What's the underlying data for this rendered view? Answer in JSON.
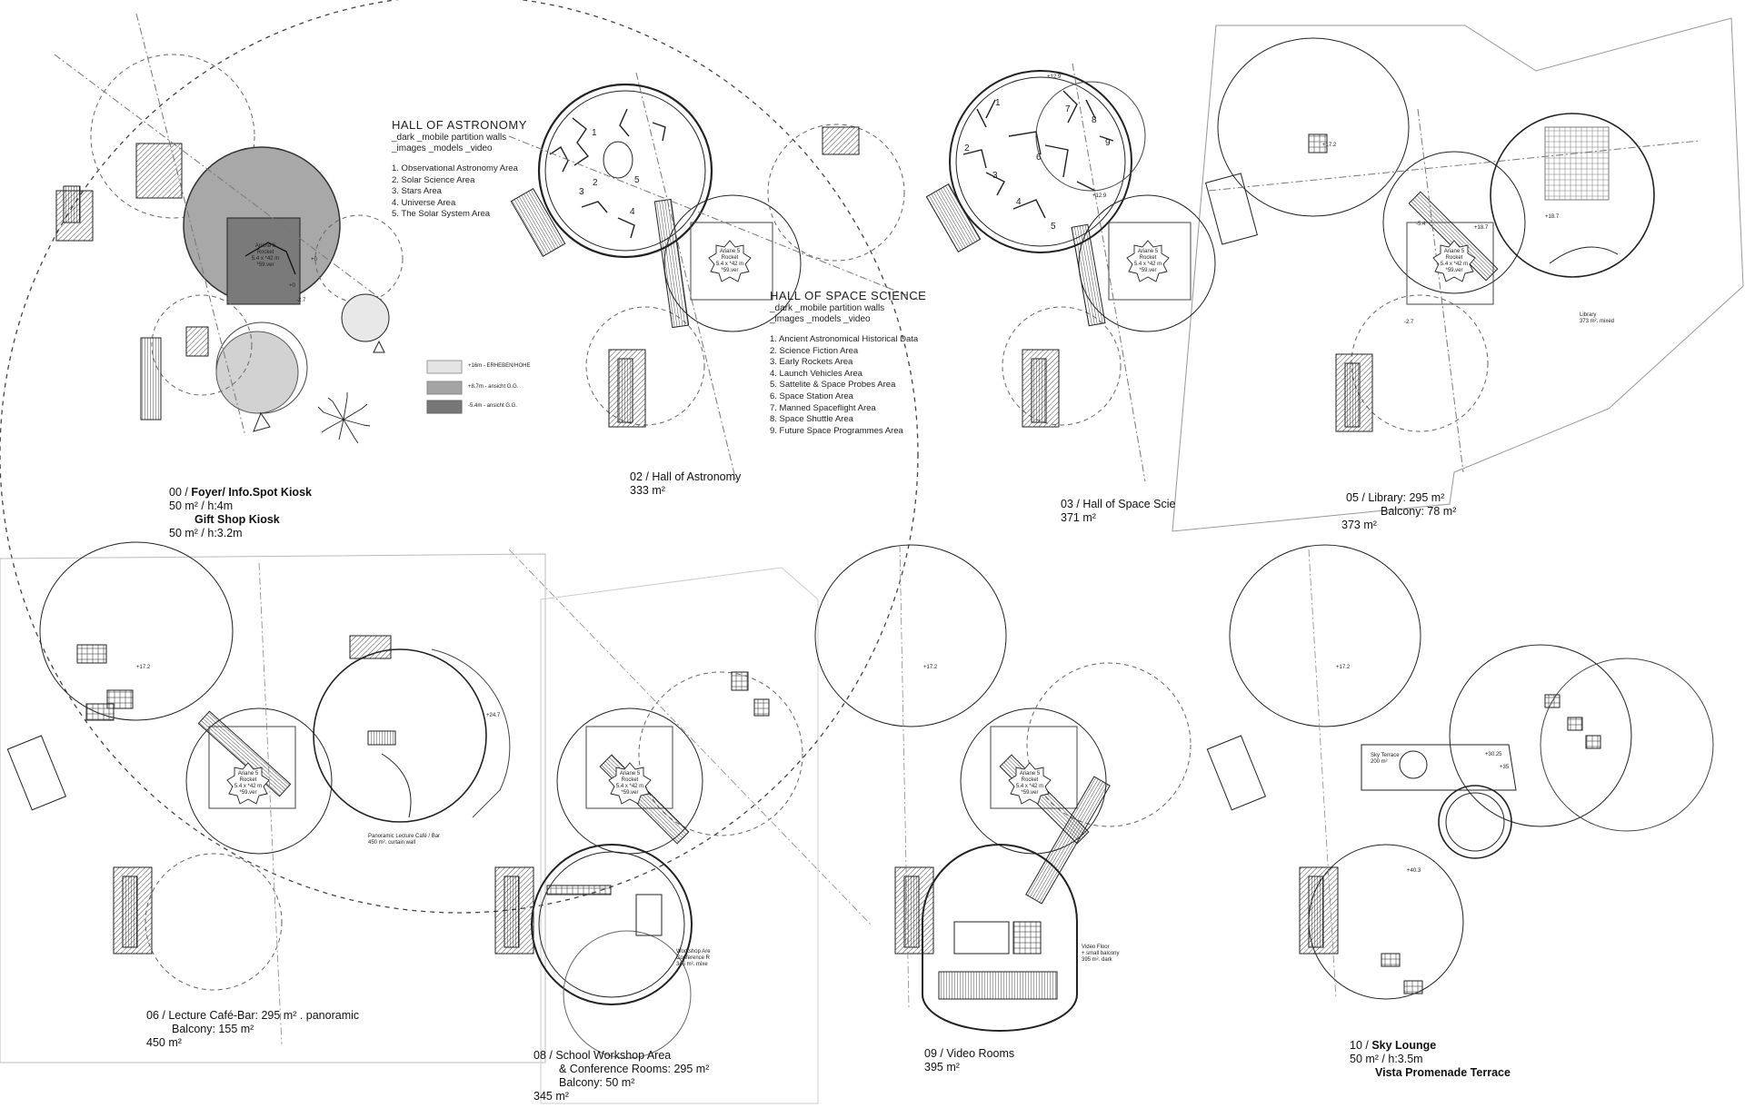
{
  "legend_astronomy": {
    "title": "HALL OF ASTRONOMY",
    "subtitle": "_dark  _mobile partition walls",
    "subtitle2": "_images _models _video",
    "items": [
      "1. Observational Astronomy Area",
      "2. Solar Science Area",
      "3. Stars Area",
      "4. Universe Area",
      "5. The Solar System Area"
    ]
  },
  "legend_space": {
    "title": "HALL OF SPACE SCIENCE",
    "subtitle": "_dark  _mobile partition walls",
    "subtitle2": "_images _models _video",
    "items": [
      "1. Ancient Astronomical Historical Data",
      "2. Science Fiction Area",
      "3. Early Rockets Area",
      "4. Launch Vehicles Area",
      "5. Sattelite & Space Probes Area",
      "6. Space Station Area",
      "7. Manned Spaceflight Area",
      "8. Space Shuttle Area",
      "9. Future Space Programmes Area"
    ]
  },
  "plans": {
    "p00": {
      "l1a": "00 / ",
      "l1b": "Foyer/ Info.Spot Kiosk",
      "l2": "50 m²  /  h:4m",
      "l3": "Gift Shop Kiosk",
      "l4": "50 m²  /  h:3.2m"
    },
    "p02": {
      "l1": "02 / Hall of Astronomy",
      "l2": "333 m²"
    },
    "p03": {
      "l1": "03 / Hall of Space Scie",
      "l2": "371 m²"
    },
    "p05": {
      "l1": "05 / Library: 295 m²",
      "l2": "Balcony: 78 m²",
      "l3": "373 m²"
    },
    "p06": {
      "l1": "06 / Lecture Café-Bar: 295 m²  .  panoramic",
      "l2": "Balcony: 155 m²",
      "l3": "450 m²"
    },
    "p08": {
      "l1": "08 / School Workshop Area",
      "l2": "& Conference Rooms: 295 m²",
      "l3": "Balcony: 50 m²",
      "l4": "345 m²"
    },
    "p09": {
      "l1": "09 / Video Rooms",
      "l2": "395 m²"
    },
    "p10": {
      "l1a": "10 / ",
      "l1b": "Sky Lounge",
      "l2": "50 m²  /  h:3.5m",
      "l3": "Vista Promenade Terrace"
    }
  },
  "rocket": {
    "line1": "Ariane 5",
    "line2": "Rocket",
    "line3": "5.4 x *42 m",
    "line4": "*59.ver"
  },
  "small_notes": {
    "library": "Library",
    "library2": "373 m². mixed",
    "cafe": "Panoramic Lecture Café / Bar",
    "cafe2": "450 m². curtain wall",
    "workshop": "Workshop Are",
    "workshop2": "Conference R",
    "workshop3": "345 m². mixe",
    "video": "Video Floor",
    "video2": "+ small balcony",
    "video3": "395 m². dark",
    "terrace": "Sky Terrace",
    "terrace2": "200 m²",
    "elev1": "+17.2",
    "elev2": "+24.7",
    "elev3": "+30.25",
    "elev4": "+35",
    "elev5": "+40.3",
    "elev6": "+12.9",
    "elev7": "-5.4",
    "elev8": "-2.7",
    "elev9": "+18.7",
    "elev10": "+0"
  },
  "area_numbers": {
    "astro": [
      "1",
      "2",
      "3",
      "4",
      "5"
    ],
    "space": [
      "1",
      "2",
      "3",
      "4",
      "5",
      "6",
      "7",
      "8",
      "9"
    ]
  },
  "swatches": [
    "+16m - ERHEBEN/HOHE",
    "+8.7m - ansicht G.G.",
    "-5.4m - ansicht G.G."
  ]
}
